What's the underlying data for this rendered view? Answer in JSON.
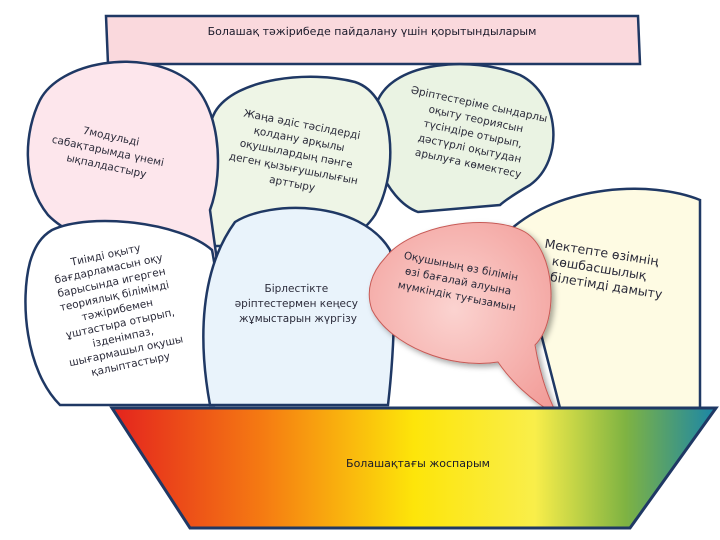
{
  "header": {
    "title": "Болашақ тәжірибеде пайдалану үшін  қорытындыларым"
  },
  "bubbles": [
    {
      "id": "b1",
      "lines": [
        "7модульді",
        "сабақтарымда үнемі",
        "ықпалдастыру"
      ]
    },
    {
      "id": "b2",
      "lines": [
        "Жаңа әдіс тәсілдерді",
        "қолдану арқылы",
        "оқушылардың пәнге",
        "деген қызығушылығын",
        "арттыру"
      ]
    },
    {
      "id": "b3",
      "lines": [
        "Әріптестеріме сындарлы",
        "оқыту теориясын",
        "түсіндіре отырып,",
        "дәстүрлі оқытудан",
        "арылуға көмектесу"
      ]
    },
    {
      "id": "b4",
      "lines": [
        "Тиімді оқыту",
        "бағдарламасын оқу",
        "барысында игерген",
        "теориялық білімімді",
        "тәжірибемен",
        "ұштастыра отырып,",
        "ізденімпаз,",
        "шығармашыл оқушы",
        "қалыптастыру"
      ]
    },
    {
      "id": "b5",
      "lines": [
        "Бірлестікте",
        "әріптестермен кеңесу",
        "жұмыстарын жүргізу"
      ]
    },
    {
      "id": "b6",
      "lines": [
        "Оқушының өз білімін",
        "өзі бағалай алуына",
        "мүмкіндік туғызамын"
      ]
    },
    {
      "id": "b7",
      "lines": [
        "Мектепте өзімнің",
        "көшбасшылық",
        "қабілетімді дамыту"
      ]
    }
  ],
  "base": {
    "label": "Болашақтағы жоспарым"
  },
  "colors": {
    "outline": "#1f3864",
    "header_fill": "#fad9dd",
    "bubble1_fill": "#fde6ec",
    "bubble2_fill": "#eef5e6",
    "bubble3_fill": "#eaf3e3",
    "bubble4_fill": "#ffffff",
    "bubble5_fill": "#e9f3fb",
    "bubble6_fill": "#f7b0ad",
    "bubble7_fill": "#fefbe3"
  }
}
